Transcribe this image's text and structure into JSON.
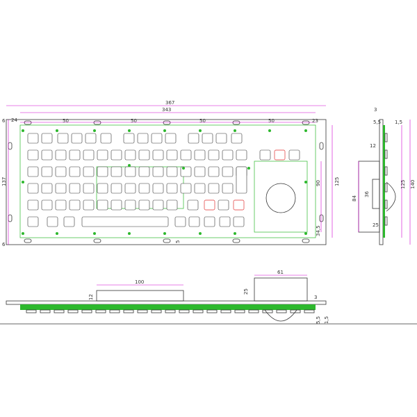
{
  "colors": {
    "dimension_lines": "#d000d0",
    "outline": "#333333",
    "pcb": "#2db82d",
    "highlight_keys": "#e03030"
  },
  "front_view": {
    "dims": {
      "overall_width": "367",
      "inner_width": "343",
      "left_margin": "24",
      "right_margin": "23",
      "key_spacing": [
        "50",
        "50",
        "50",
        "50"
      ],
      "top_offset": "6",
      "bottom_offset": "6",
      "overall_height": "137",
      "height_inner": "125",
      "trackball_area_height": "90",
      "bottom_right_offset": "34,5",
      "bottom_mid": "5"
    }
  },
  "side_view": {
    "dims": {
      "top_width": "3",
      "panel": "5,5",
      "thickness": "1,5",
      "offset_12": "12",
      "height_125": "125",
      "height_140": "140",
      "depth_84": "84",
      "width_36": "36",
      "bottom_25": "25"
    }
  },
  "bottom_view": {
    "dims": {
      "width_100": "100",
      "height_12": "12",
      "trackball_width": "61",
      "height_25": "25",
      "height_3": "3",
      "panel": "5,5",
      "thickness": "1,5"
    }
  }
}
